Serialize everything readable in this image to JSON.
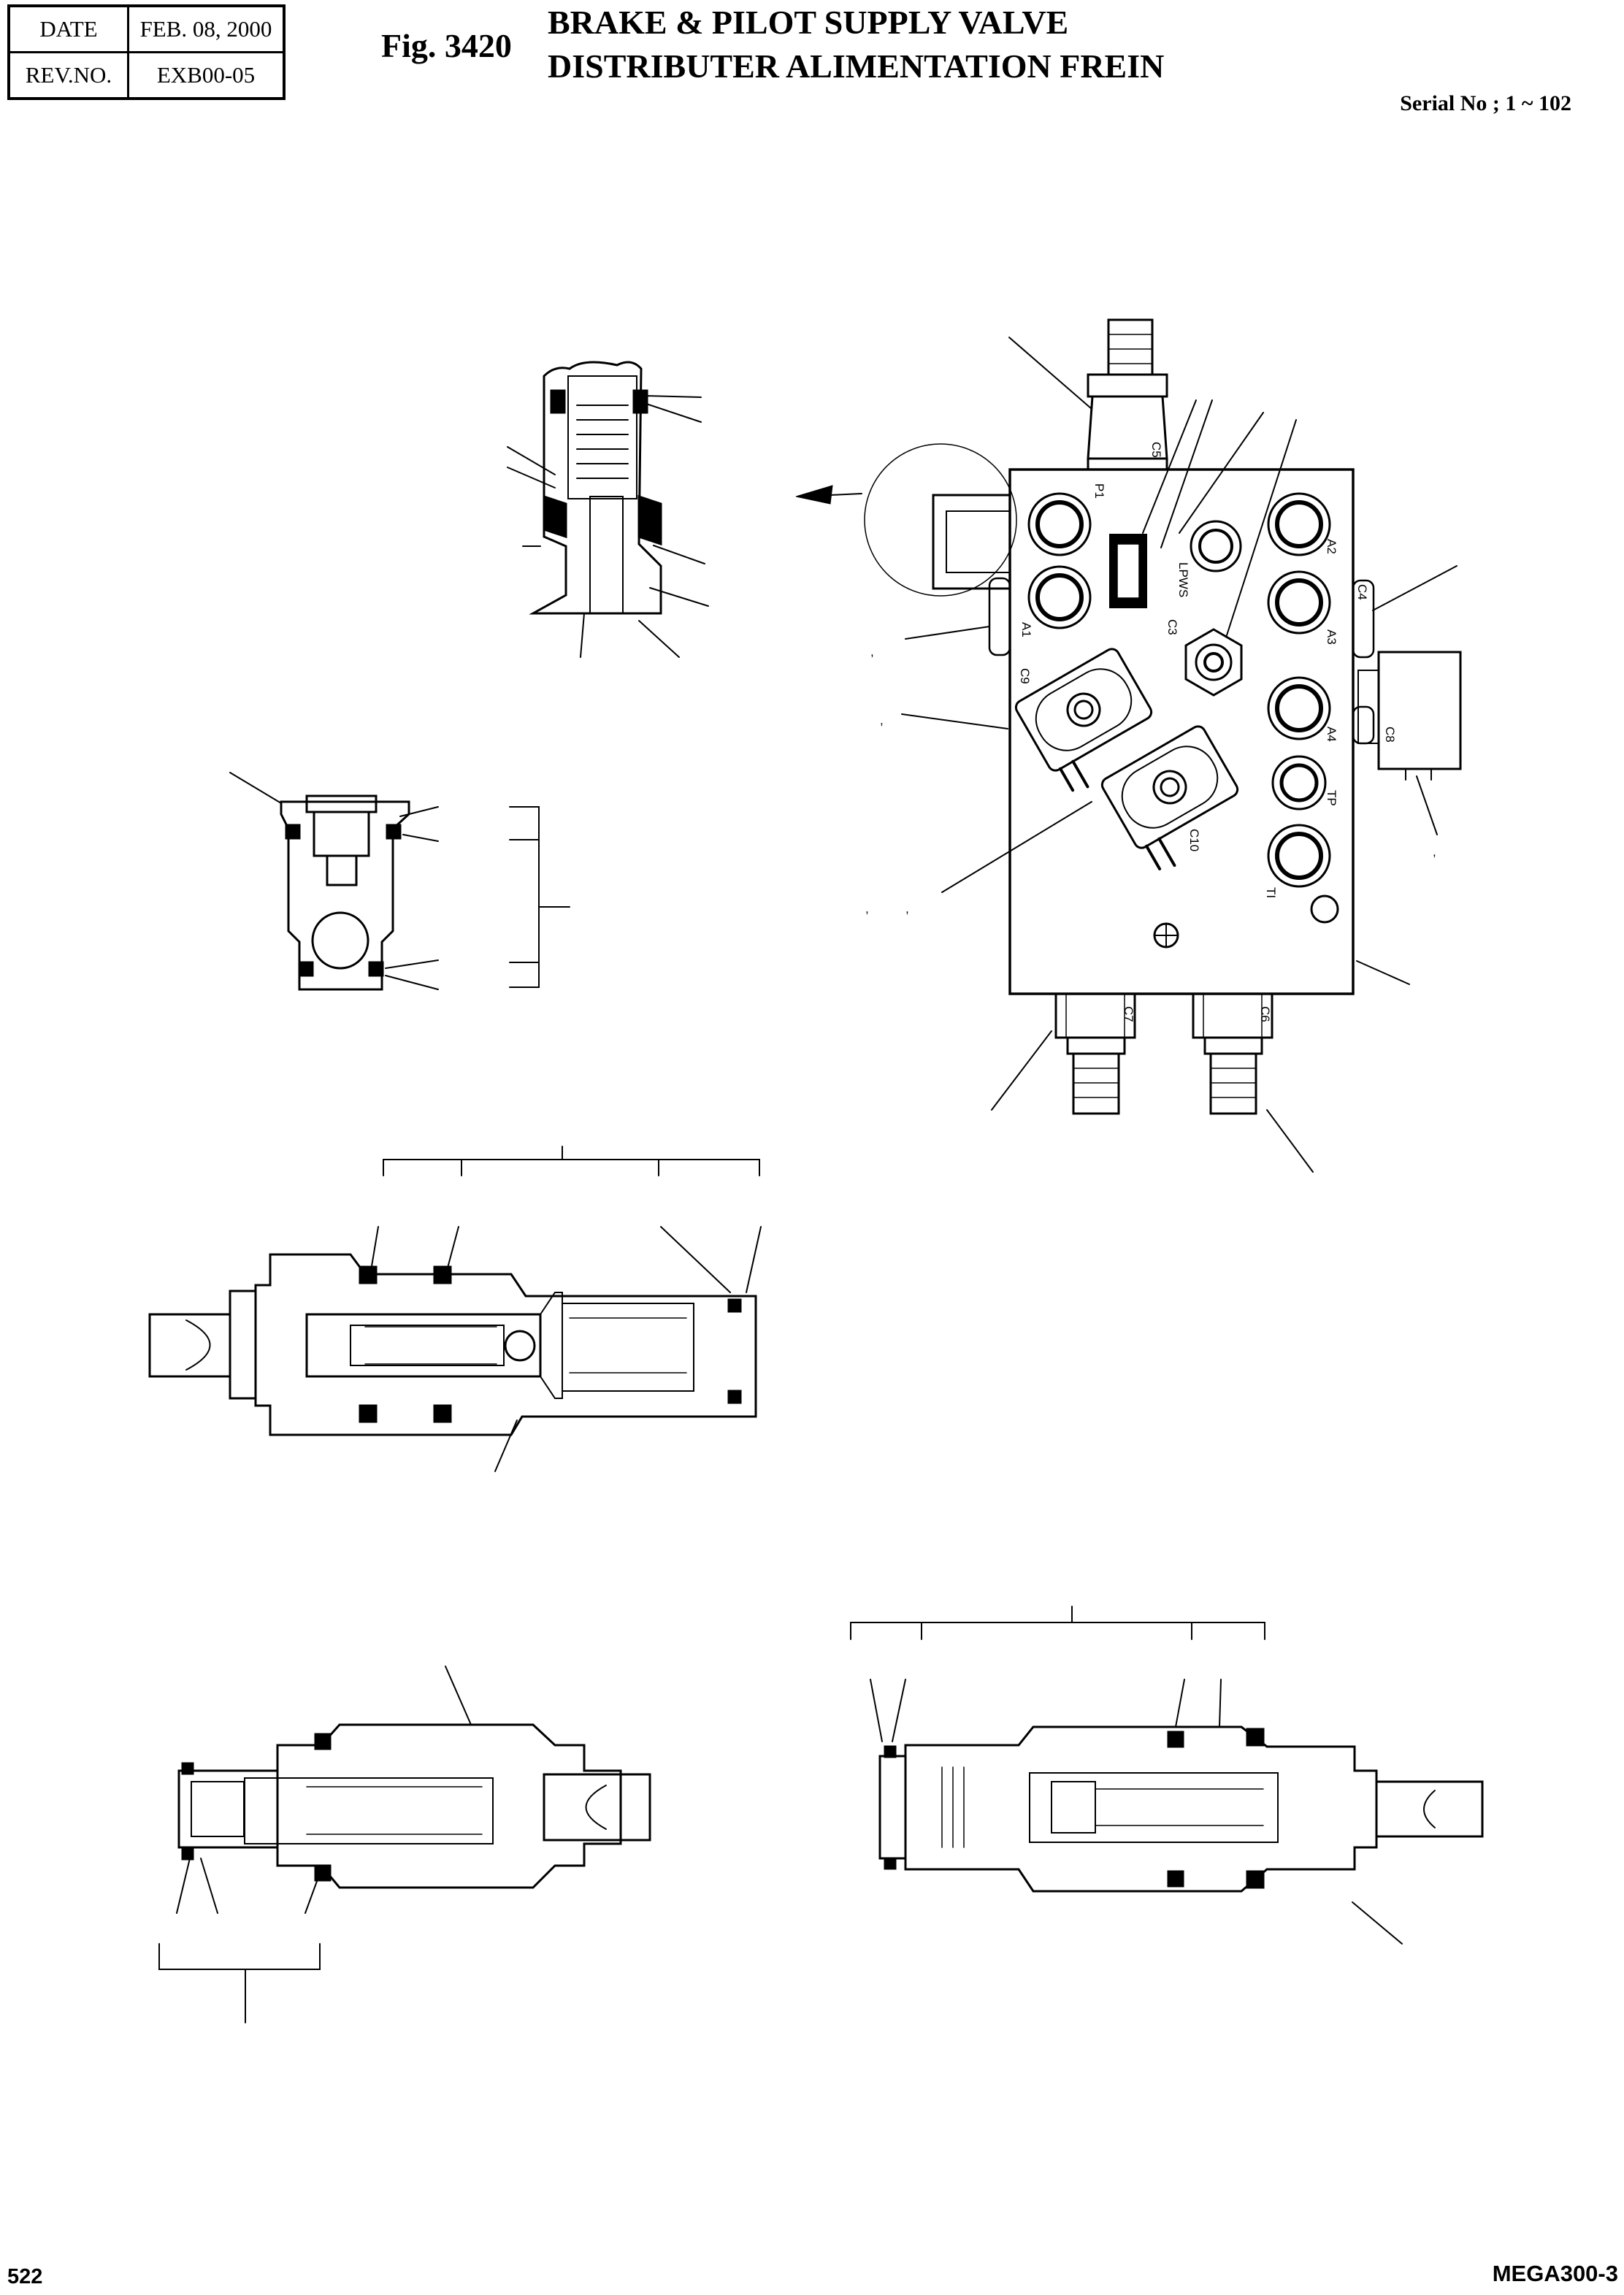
{
  "header": {
    "date_label": "DATE",
    "date_value": "FEB. 08, 2000",
    "rev_label": "REV.NO.",
    "rev_value": "EXB00-05"
  },
  "figure_number": "Fig. 3420",
  "title_line1": "BRAKE & PILOT SUPPLY VALVE",
  "title_line2": "DISTRIBUTER ALIMENTATION FREIN",
  "serial": "Serial No ; 1 ~ 102",
  "footer": {
    "page_number": "522",
    "model": "MEGA300-3"
  },
  "port_labels": {
    "c5": "C5",
    "p1": "P1",
    "lpws": "LPWS",
    "c3": "C3",
    "a1": "A1",
    "a2": "A2",
    "a3": "A3",
    "a4": "A4",
    "c9": "C9",
    "c10": "C10",
    "tp": "TP",
    "ti": "TI",
    "c8": "C8",
    "c7": "C7",
    "c6": "C6",
    "c4": "C4"
  }
}
